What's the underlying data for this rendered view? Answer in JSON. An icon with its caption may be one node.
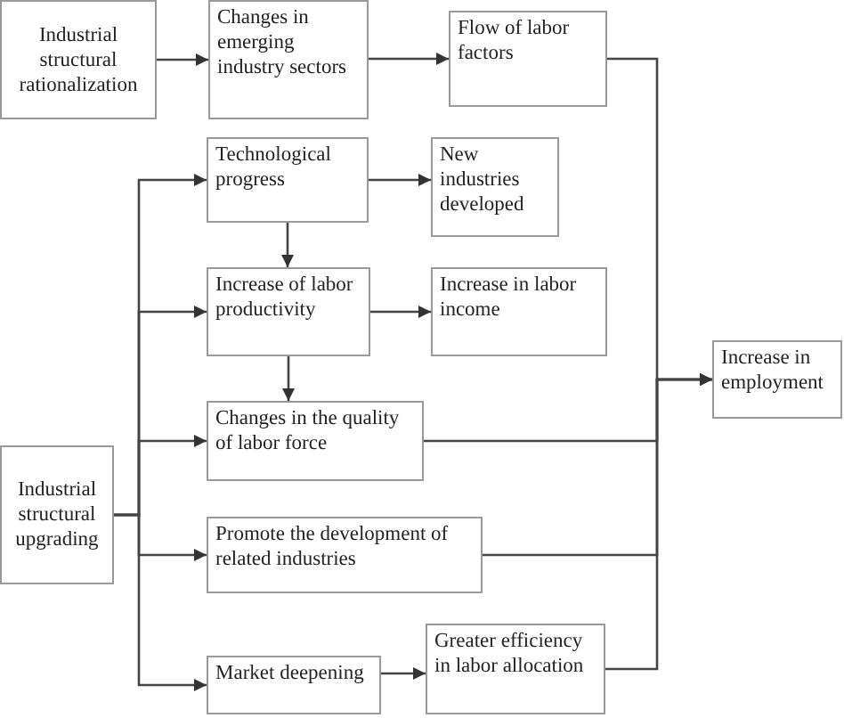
{
  "diagram": {
    "nodes": [
      {
        "text": [
          "Industrial structural rationalization"
        ]
      },
      {
        "text": [
          "Changes in emerging industry sectors"
        ]
      },
      {
        "text": [
          "Flow of labor factors"
        ]
      },
      {
        "text": [
          "Technological progress"
        ]
      },
      {
        "text": [
          "New industries developed"
        ]
      },
      {
        "text": [
          "Increase of labor productivity"
        ]
      },
      {
        "text": [
          "Increase in labor income"
        ]
      },
      {
        "text": [
          "Increase in employment"
        ]
      },
      {
        "text": [
          "Changes in the quality of labor force"
        ]
      },
      {
        "text": [
          "Industrial structural upgrading"
        ]
      },
      {
        "text": [
          "Promote the development of related industries"
        ]
      },
      {
        "text": [
          "Market deepening"
        ]
      },
      {
        "text": [
          "Greater efficiency in labor allocation"
        ]
      }
    ],
    "edges": [
      {
        "from": 0,
        "to": 1,
        "arrow": "to"
      },
      {
        "from": 1,
        "to": 2,
        "arrow": "to"
      },
      {
        "from": 3,
        "to": 4,
        "arrow": "to"
      },
      {
        "from": 3,
        "to": 5,
        "arrow": "to"
      },
      {
        "from": 5,
        "to": 6,
        "arrow": "to"
      },
      {
        "from": 5,
        "to": 8,
        "arrow": "to"
      },
      {
        "from": 9,
        "to": 3,
        "arrow": "to"
      },
      {
        "from": 9,
        "to": 5,
        "arrow": "to"
      },
      {
        "from": 9,
        "to": 8,
        "arrow": "to"
      },
      {
        "from": 9,
        "to": 10,
        "arrow": "to"
      },
      {
        "from": 9,
        "to": 11,
        "arrow": "to"
      },
      {
        "from": 11,
        "to": 12,
        "arrow": "to"
      },
      {
        "from": 2,
        "to": 7,
        "arrow": "to"
      },
      {
        "from": 8,
        "to": 7,
        "arrow": "to"
      },
      {
        "from": 10,
        "to": 7,
        "arrow": "to"
      },
      {
        "from": 12,
        "to": 7,
        "arrow": "to"
      }
    ]
  }
}
